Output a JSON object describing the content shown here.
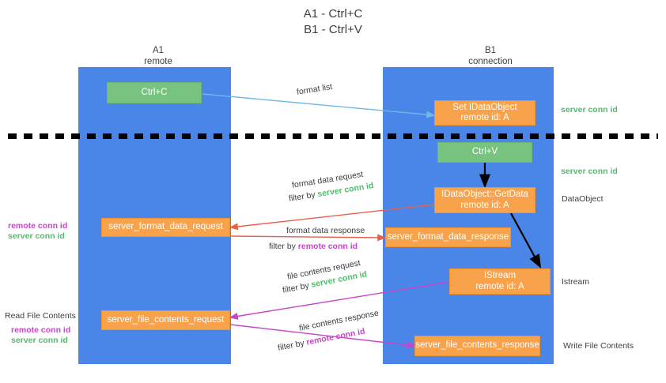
{
  "title": {
    "line1": "A1 - Ctrl+C",
    "line2": "B1 - Ctrl+V"
  },
  "lanes": [
    {
      "name": "A1",
      "role": "remote"
    },
    {
      "name": "B1",
      "role": "connection"
    }
  ],
  "nodes": {
    "ctrl_c": "Ctrl+C",
    "ctrl_v": "Ctrl+V",
    "set_idataobject_l1": "Set IDataObject",
    "set_idataobject_l2": "remote id: A",
    "getdata_l1": "IDataObject::GetData",
    "getdata_l2": "remote id: A",
    "istream_l1": "IStream",
    "istream_l2": "remote id: A",
    "server_format_data_request": "server_format_data_request",
    "server_format_data_response": "server_format_data_response",
    "server_file_contents_request": "server_file_contents_request",
    "server_file_contents_response": "server_file_contents_response"
  },
  "edges": {
    "format_list": "format list",
    "format_data_request": "format data request",
    "format_data_response": "format data response",
    "file_contents_request": "file contents request",
    "file_contents_response": "file contents response",
    "filter_by": "filter by",
    "server_conn_id": "server conn id",
    "remote_conn_id": "remote conn id"
  },
  "side_labels": {
    "right_server_conn_id_top": "server conn id",
    "right_server_conn_id_mid": "server conn id",
    "right_dataobject": "DataObject",
    "right_istream": "Istream",
    "right_write_file_contents": "Write File Contents",
    "left_remote_conn_id_1": "remote conn id",
    "left_server_conn_id_1": "server conn id",
    "left_read_file_contents": "Read File Contents",
    "left_remote_conn_id_2": "remote conn id",
    "left_server_conn_id_2": "server conn id"
  },
  "colors": {
    "lane": "#4a86e8",
    "orange": "#f8a34b",
    "green_node": "#78c37f",
    "green_text": "#4fbd6b",
    "magenta_text": "#c746c7",
    "blue_arrow": "#6fb7e8",
    "red_arrow": "#e8604c",
    "black_arrow": "#000000",
    "page_bg": "#ffffff"
  }
}
